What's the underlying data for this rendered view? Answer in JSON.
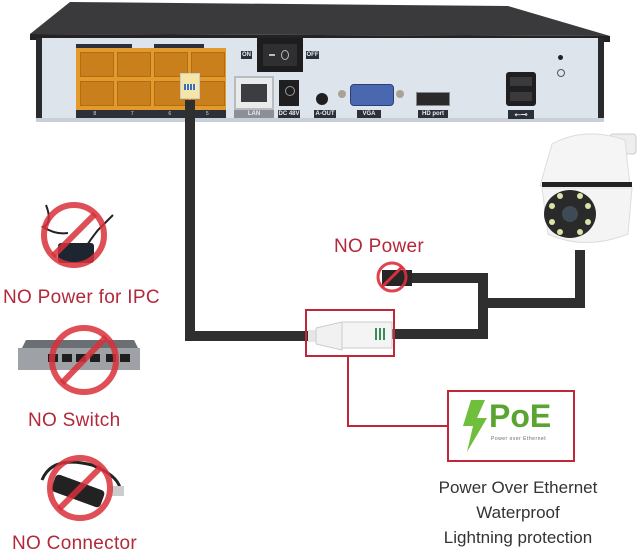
{
  "nvr": {
    "switch_on_label": "ON",
    "switch_off_label": "OFF",
    "ports": {
      "lan": "LAN",
      "dc": "DC 48V",
      "audio_out": "A-OUT",
      "vga": "VGA",
      "hdmi": "HD port",
      "usb": "USB"
    },
    "poe_port_numbers": [
      "8",
      "7",
      "6",
      "5"
    ]
  },
  "labels": {
    "no_power_cable": "NO Power",
    "no_power_ipc": "NO Power for IPC",
    "no_switch": "NO Switch",
    "no_connector": "NO Connector"
  },
  "poe_badge": {
    "title": "PoE",
    "subtitle": "Power over Ethernet"
  },
  "features": [
    "Power Over Ethernet",
    "Waterproof",
    "Lightning protection"
  ],
  "colors": {
    "prohibition_red": "#d9303a",
    "label_red": "#b3283a",
    "poe_green": "#5aa531",
    "port_orange": "#e39a2c",
    "cable": "#2f2f2f"
  }
}
